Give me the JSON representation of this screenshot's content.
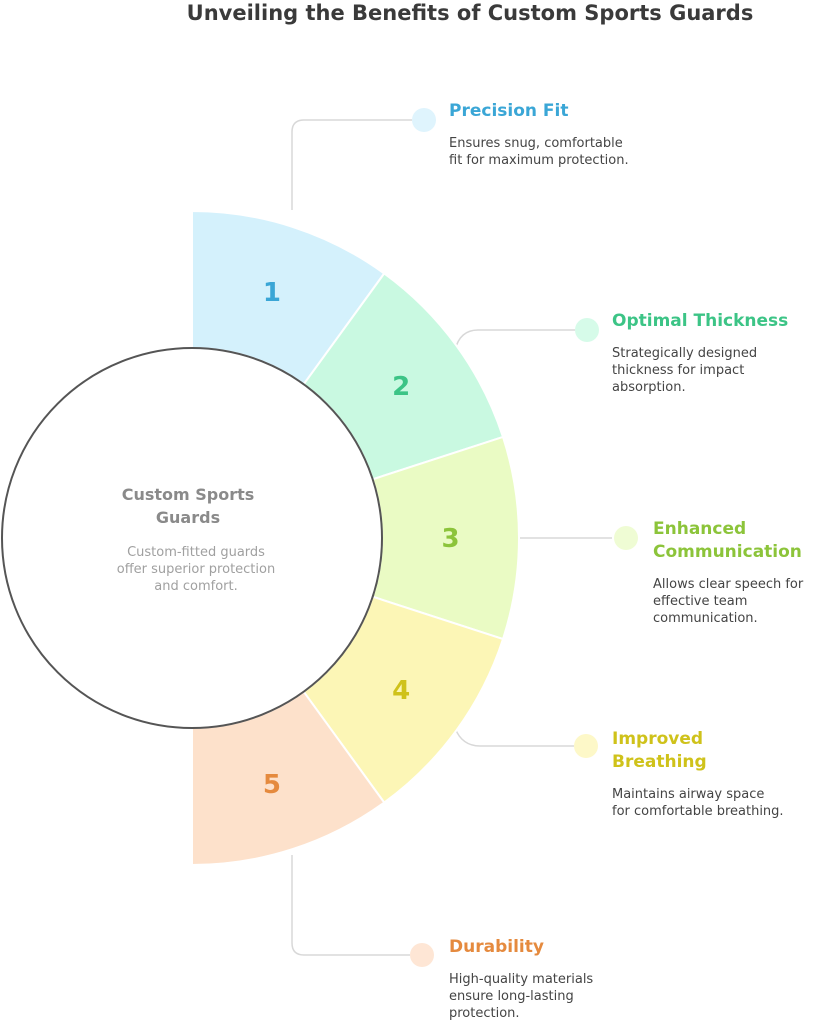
{
  "title": "Unveiling the Benefits of Custom Sports Guards",
  "center": {
    "title_lines": [
      "Custom Sports",
      "Guards"
    ],
    "desc_lines": [
      "Custom-fitted guards",
      "offer superior protection",
      "and comfort."
    ]
  },
  "segments": [
    {
      "number": "1",
      "title_lines": [
        "Precision Fit"
      ],
      "desc_lines": [
        "Ensures snug, comfortable",
        "fit for maximum protection."
      ],
      "fill": "#d4f1fc",
      "dot": "#dff4fd",
      "accent": "#3aa6d6"
    },
    {
      "number": "2",
      "title_lines": [
        "Optimal Thickness"
      ],
      "desc_lines": [
        "Strategically designed",
        "thickness for impact",
        "absorption."
      ],
      "fill": "#c9f9e1",
      "dot": "#d6fbe9",
      "accent": "#3cc486"
    },
    {
      "number": "3",
      "title_lines": [
        "Enhanced",
        "Communication"
      ],
      "desc_lines": [
        "Allows clear speech for",
        "effective team",
        "communication."
      ],
      "fill": "#eafbc4",
      "dot": "#effcd4",
      "accent": "#8cc43a"
    },
    {
      "number": "4",
      "title_lines": [
        "Improved",
        "Breathing"
      ],
      "desc_lines": [
        "Maintains airway space",
        "for comfortable breathing."
      ],
      "fill": "#fcf6b6",
      "dot": "#fdf8c8",
      "accent": "#cfc21a"
    },
    {
      "number": "5",
      "title_lines": [
        "Durability"
      ],
      "desc_lines": [
        "High-quality materials",
        "ensure long-lasting",
        "protection."
      ],
      "fill": "#fde1cb",
      "dot": "#fee6d5",
      "accent": "#e58a3e"
    }
  ]
}
